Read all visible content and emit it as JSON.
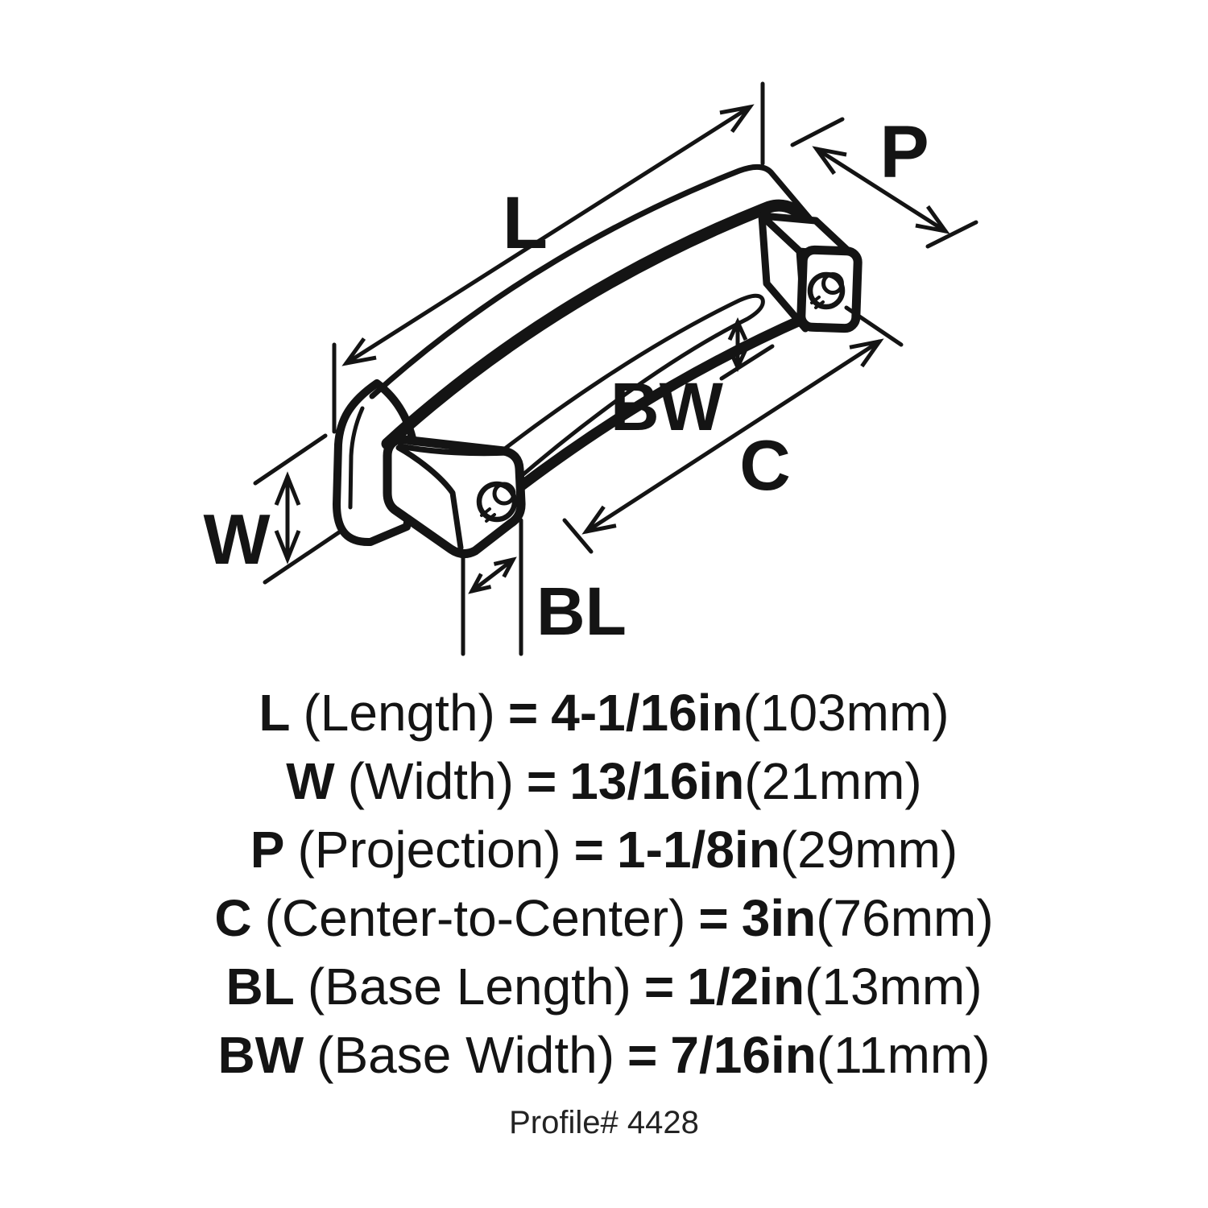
{
  "diagram": {
    "labels": {
      "length": "L",
      "projection": "P",
      "width": "W",
      "base_width": "BW",
      "center": "C",
      "base_length": "BL"
    }
  },
  "specs": [
    {
      "symbol": "L",
      "name": "(Length)",
      "eq": "=",
      "value": "4-1/16in",
      "metric": "(103mm)"
    },
    {
      "symbol": "W",
      "name": "(Width)",
      "eq": "=",
      "value": "13/16in",
      "metric": "(21mm)"
    },
    {
      "symbol": "P",
      "name": "(Projection)",
      "eq": "=",
      "value": "1-1/8in",
      "metric": "(29mm)"
    },
    {
      "symbol": "C",
      "name": "(Center-to-Center)",
      "eq": "=",
      "value": "3in",
      "metric": "(76mm)"
    },
    {
      "symbol": "BL",
      "name": "(Base Length)",
      "eq": "=",
      "value": "1/2in",
      "metric": "(13mm)"
    },
    {
      "symbol": "BW",
      "name": "(Base Width)",
      "eq": "=",
      "value": "7/16in",
      "metric": "(11mm)"
    }
  ],
  "footer": {
    "profile_label": "Profile# 4428"
  },
  "colors": {
    "ink": "#141414"
  }
}
